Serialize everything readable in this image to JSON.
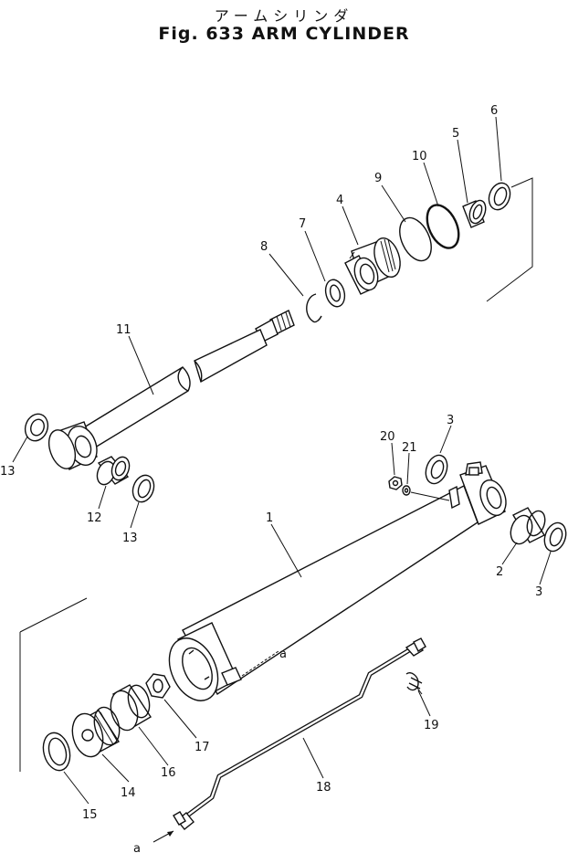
{
  "title": {
    "japanese": "アームシリンダ",
    "english": "Fig. 633 ARM CYLINDER"
  },
  "callouts": {
    "c1": "1",
    "c2": "2",
    "c3a": "3",
    "c3b": "3",
    "c4": "4",
    "c5": "5",
    "c6": "6",
    "c7": "7",
    "c8": "8",
    "c9": "9",
    "c10": "10",
    "c11": "11",
    "c12": "12",
    "c13a": "13",
    "c13b": "13",
    "c14": "14",
    "c15": "15",
    "c16": "16",
    "c17": "17",
    "c18": "18",
    "c19": "19",
    "c20": "20",
    "c21": "21"
  },
  "connection_marks": {
    "a_top": "a",
    "a_bottom": "a"
  }
}
